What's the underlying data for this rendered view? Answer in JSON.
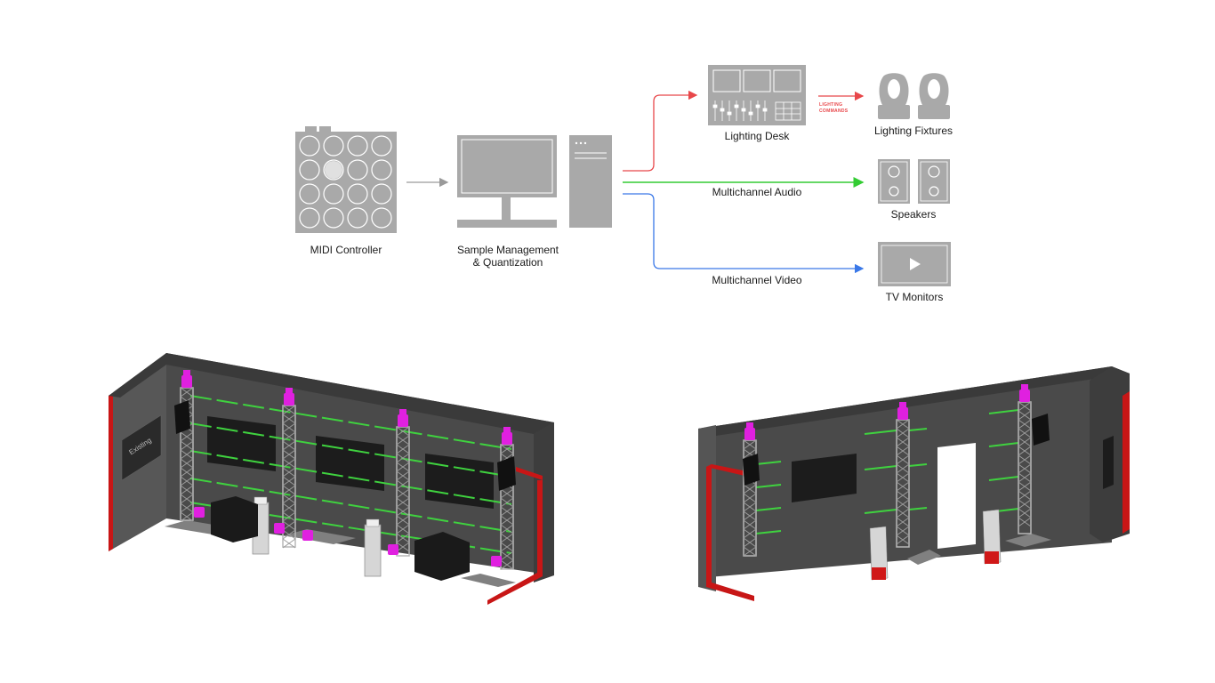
{
  "diagram": {
    "nodes": {
      "midi_controller": {
        "label": "MIDI Controller"
      },
      "sample_management": {
        "label_line1": "Sample Management",
        "label_line2": "& Quantization"
      },
      "lighting_desk": {
        "label": "Lighting Desk"
      },
      "lighting_fixtures": {
        "label": "Lighting Fixtures"
      },
      "speakers": {
        "label": "Speakers"
      },
      "tv_monitors": {
        "label": "TV Monitors"
      }
    },
    "edges": {
      "lighting_commands": {
        "label_line1": "LIGHTING",
        "label_line2": "COMMANDS",
        "color": "#e8474a"
      },
      "multichannel_audio": {
        "label": "Multichannel Audio",
        "color": "#33cc33"
      },
      "multichannel_video": {
        "label": "Multichannel Video",
        "color": "#3a78e8"
      },
      "lighting_path": {
        "color": "#e8474a"
      },
      "midi_link": {
        "color": "#9a9a9a"
      }
    }
  },
  "stage_left": {
    "wall_sign": "Existing"
  },
  "colors": {
    "device_gray": "#a9a9a9",
    "wall_dark": "#4a4a4a",
    "wall_accent": "#d01818",
    "fixture_magenta": "#e020e0",
    "cable_green": "#3fd23f",
    "screen_black": "#1c1c1c"
  }
}
